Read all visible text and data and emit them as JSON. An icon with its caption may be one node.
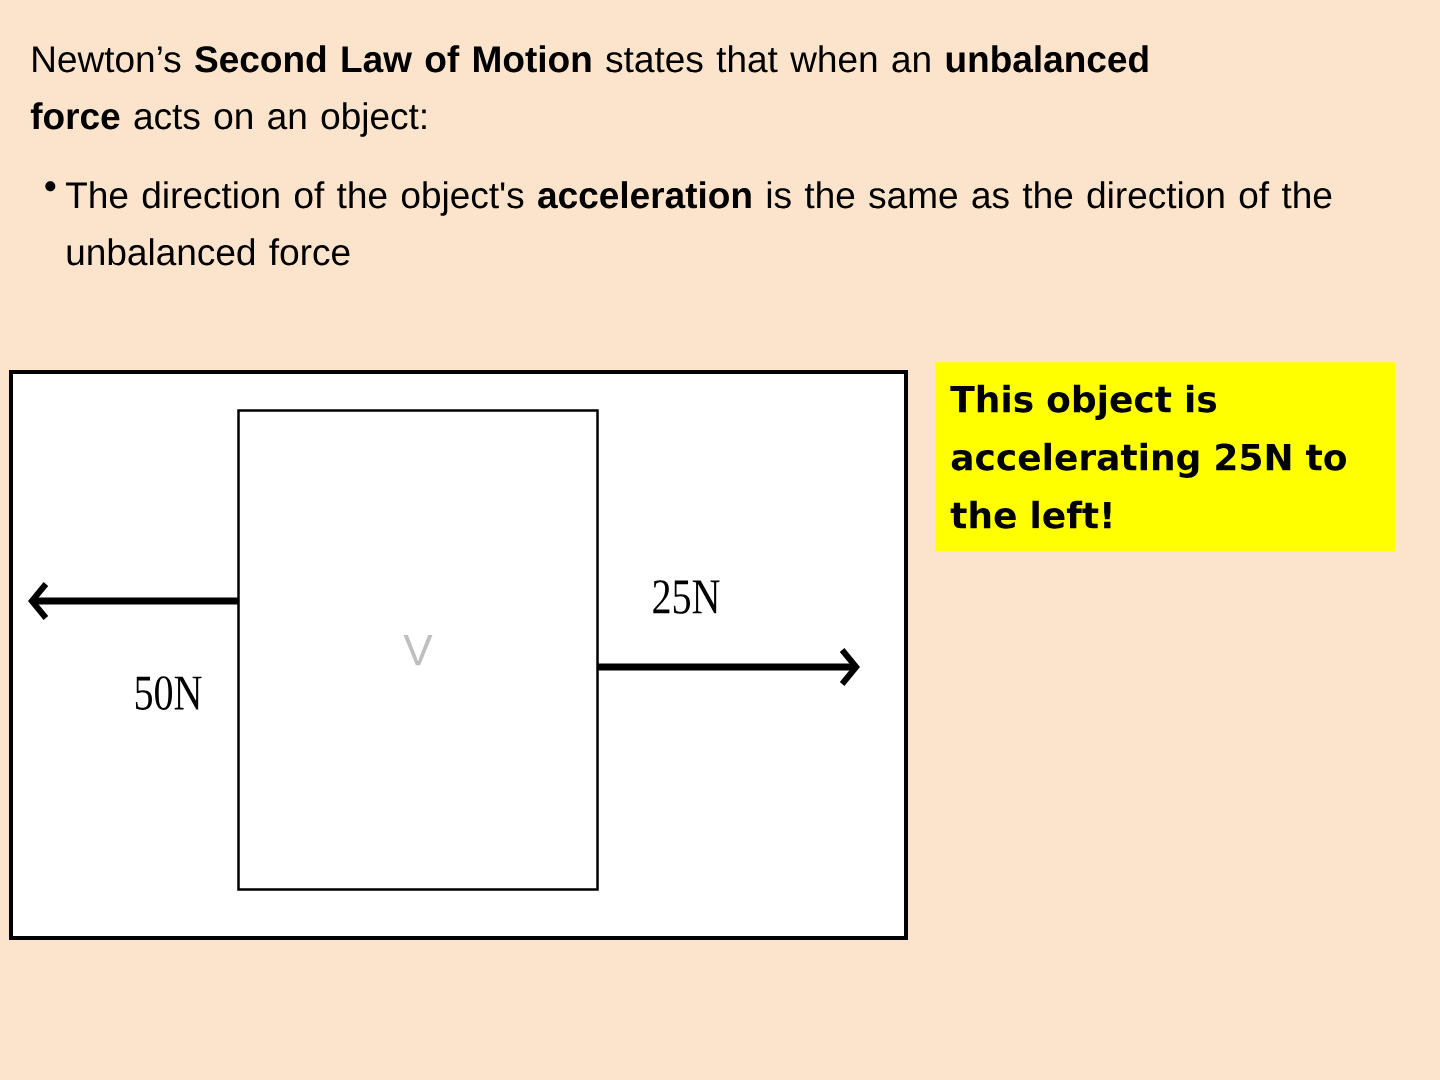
{
  "diagram": {
    "nodes": [
      {
        "text": [
          "V"
        ]
      },
      {
        "text": [
          "This object is accelerating 25N to the left!"
        ]
      }
    ],
    "labels": [
      "Newton’s **Second Law of Motion** states that when an **unbalanced force** acts on an object:",
      "•",
      "The direction of the object's **acceleration** is the same as the direction of the unbalanced force",
      "50N",
      "25N"
    ]
  }
}
